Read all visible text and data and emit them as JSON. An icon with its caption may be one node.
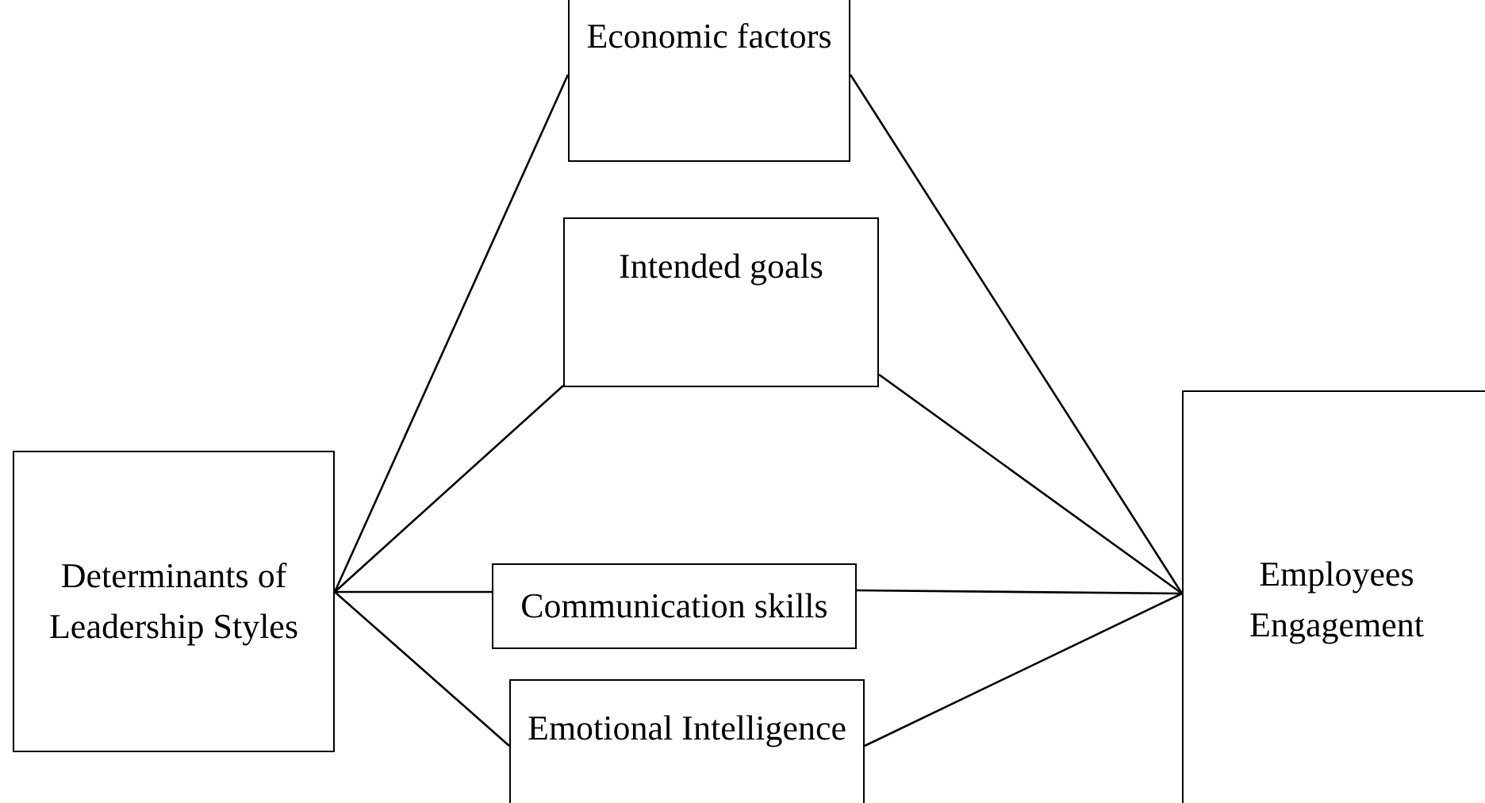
{
  "diagram": {
    "nodes": [
      {
        "text": [
          "Determinants of Leadership Styles"
        ]
      },
      {
        "text": [
          "Economic factors"
        ]
      },
      {
        "text": [
          "Intended goals"
        ]
      },
      {
        "text": [
          "Communication skills"
        ]
      },
      {
        "text": [
          "Emotional Intelligence"
        ]
      },
      {
        "text": [
          "Employees Engagement"
        ]
      }
    ],
    "edges": [
      {
        "from": 0,
        "to": 1,
        "arrow": "none"
      },
      {
        "from": 0,
        "to": 2,
        "arrow": "none"
      },
      {
        "from": 0,
        "to": 3,
        "arrow": "none"
      },
      {
        "from": 0,
        "to": 4,
        "arrow": "none"
      },
      {
        "from": 1,
        "to": 5,
        "arrow": "none"
      },
      {
        "from": 2,
        "to": 5,
        "arrow": "none"
      },
      {
        "from": 3,
        "to": 5,
        "arrow": "none"
      },
      {
        "from": 4,
        "to": 5,
        "arrow": "none"
      }
    ]
  }
}
